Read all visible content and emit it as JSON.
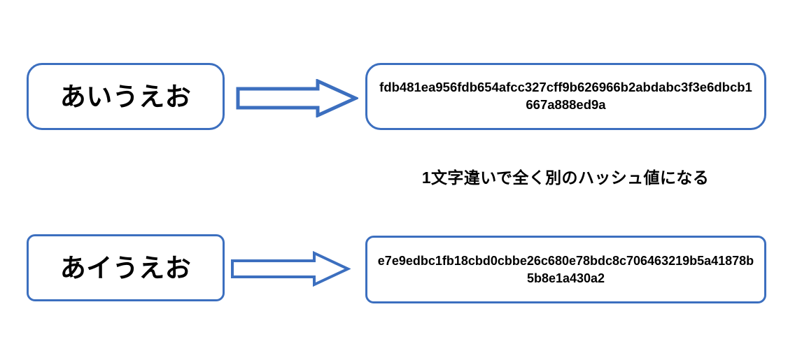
{
  "colors": {
    "accent": "#3C6FBF",
    "text": "#000000",
    "background": "#FFFFFF"
  },
  "rows": [
    {
      "input_label": "あいうえお",
      "arrow_icon": "right-block-arrow-icon",
      "hash_value": "fdb481ea956fdb654afcc327cff9b626966b2abdabc3f3e6dbcb1667a888ed9a"
    },
    {
      "input_label": "あイうえお",
      "arrow_icon": "right-block-arrow-icon",
      "hash_value": "e7e9edbc1fb18cbd0cbbe26c680e78bdc8c706463219b5a41878b5b8e1a430a2"
    }
  ],
  "caption": {
    "text": "1文字違いで全く別のハッシュ値になる"
  }
}
